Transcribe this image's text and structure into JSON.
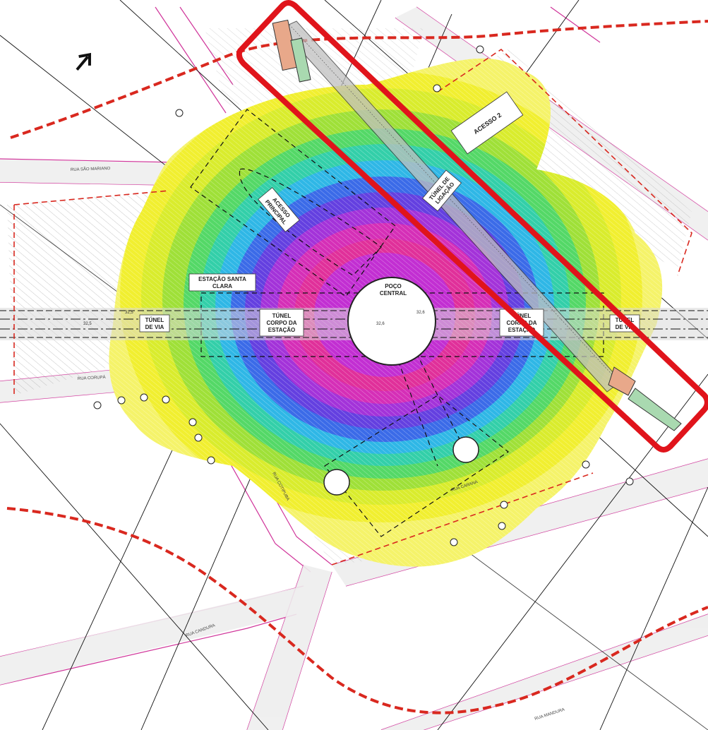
{
  "labels": {
    "acesso2": "ACESSO 2",
    "tunel_ligacao_1": "TÚNEL DE",
    "tunel_ligacao_2": "LIGAÇÃO",
    "acesso_principal_1": "ACESSO",
    "acesso_principal_2": "PRINCIPAL",
    "estacao_1": "ESTAÇÃO SANTA",
    "estacao_2": "CLARA",
    "poco_1": "POÇO",
    "poco_2": "CENTRAL",
    "tunel_via_left_1": "TÚNEL",
    "tunel_via_left_2": "DE VIA",
    "corpo_left_1": "TÚNEL",
    "corpo_left_2": "CORPO DA",
    "corpo_left_3": "ESTAÇÃO",
    "corpo_right_1": "TÚNEL",
    "corpo_right_2": "CORPO DA",
    "corpo_right_3": "ESTAÇÃO",
    "tunel_via_right_1": "TÚNEL",
    "tunel_via_right_2": "DE VIA"
  },
  "elevations": {
    "e1": "32,5",
    "e2": "32,5",
    "e3": "32,6",
    "e4": "32,6"
  },
  "streets": {
    "s1": "RUA SÃO MARIANO",
    "s2": "RUA CORUPÁ",
    "s3": "RUA COTIPUBA",
    "s4": "RUA CARANA",
    "s5": "RUA CANDURA",
    "s6": "RUA MANDURA"
  },
  "colors": {
    "highlight": "#e0141b",
    "boundary": "#d9281f",
    "street_line": "#d0359a",
    "grid": "#111111",
    "dashed": "#111111"
  },
  "icons": {
    "north_arrow": "north-arrow-icon"
  }
}
